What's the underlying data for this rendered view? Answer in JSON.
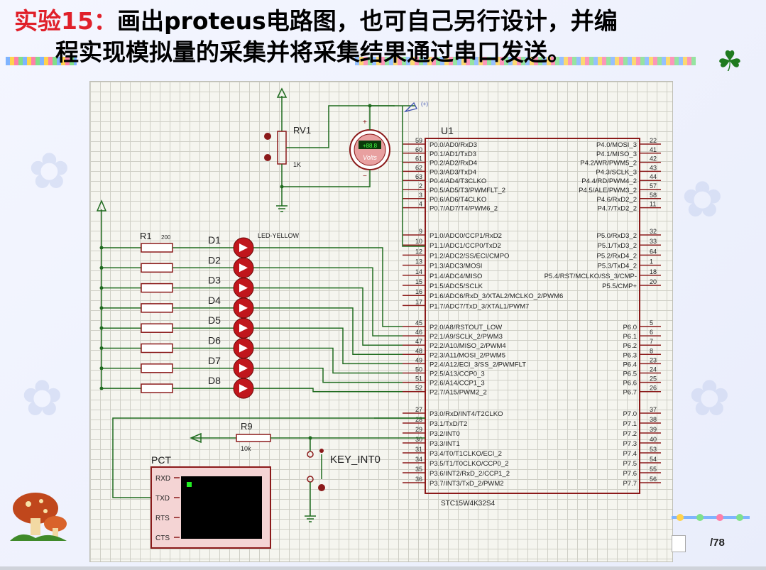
{
  "title": {
    "prefix": "实验15：",
    "line1_rest": "画出proteus电路图，也可自己另行设计，并编",
    "line2": "程实现模拟量的采集并将采集结果通过串口发送。"
  },
  "page_number": "/78",
  "schematic": {
    "mcu": {
      "ref": "U1",
      "part": "STC15W4K32S4",
      "left_pins": [
        {
          "num": "59",
          "name": "P0.0/AD0/RxD3"
        },
        {
          "num": "60",
          "name": "P0.1/AD1/TxD3"
        },
        {
          "num": "61",
          "name": "P0.2/AD2/RxD4"
        },
        {
          "num": "62",
          "name": "P0.3/AD3/TxD4"
        },
        {
          "num": "63",
          "name": "P0.4/AD4/T3CLKO"
        },
        {
          "num": "2",
          "name": "P0.5/AD5/T3/PWMFLT_2"
        },
        {
          "num": "3",
          "name": "P0.6/AD6/T4CLKO"
        },
        {
          "num": "4",
          "name": "P0.7/AD7/T4/PWM6_2"
        },
        {
          "num": "9",
          "name": "P1.0/ADC0/CCP1/RxD2"
        },
        {
          "num": "10",
          "name": "P1.1/ADC1/CCP0/TxD2"
        },
        {
          "num": "12",
          "name": "P1.2/ADC2/SS/ECI/CMPO"
        },
        {
          "num": "13",
          "name": "P1.3/ADC3/MOSI"
        },
        {
          "num": "14",
          "name": "P1.4/ADC4/MISO"
        },
        {
          "num": "15",
          "name": "P1.5/ADC5/SCLK"
        },
        {
          "num": "16",
          "name": "P1.6/ADC6/RxD_3/XTAL2/MCLKO_2/PWM6"
        },
        {
          "num": "17",
          "name": "P1.7/ADC7/TxD_3/XTAL1/PWM7"
        },
        {
          "num": "45",
          "name": "P2.0/A8/RSTOUT_LOW"
        },
        {
          "num": "46",
          "name": "P2.1/A9/SCLK_2/PWM3"
        },
        {
          "num": "47",
          "name": "P2.2/A10/MISO_2/PWM4"
        },
        {
          "num": "48",
          "name": "P2.3/A11/MOSI_2/PWM5"
        },
        {
          "num": "49",
          "name": "P2.4/A12/ECI_3/SS_2/PWMFLT"
        },
        {
          "num": "50",
          "name": "P2.5/A13/CCP0_3"
        },
        {
          "num": "51",
          "name": "P2.6/A14/CCP1_3"
        },
        {
          "num": "52",
          "name": "P2.7/A15/PWM2_2"
        },
        {
          "num": "27",
          "name": "P3.0/RxD/INT4/T2CLKO"
        },
        {
          "num": "28",
          "name": "P3.1/TxD/T2"
        },
        {
          "num": "29",
          "name": "P3.2/INT0"
        },
        {
          "num": "30",
          "name": "P3.3/INT1"
        },
        {
          "num": "31",
          "name": "P3.4/T0/T1CLKO/ECI_2"
        },
        {
          "num": "34",
          "name": "P3.5/T1/T0CLKO/CCP0_2"
        },
        {
          "num": "35",
          "name": "P3.6/INT2/RxD_2/CCP1_2"
        },
        {
          "num": "36",
          "name": "P3.7/INT3/TxD_2/PWM2"
        }
      ],
      "right_pins": [
        {
          "num": "22",
          "name": "P4.0/MOSI_3"
        },
        {
          "num": "41",
          "name": "P4.1/MISO_3"
        },
        {
          "num": "42",
          "name": "P4.2/WR/PWM5_2"
        },
        {
          "num": "43",
          "name": "P4.3/SCLK_3"
        },
        {
          "num": "44",
          "name": "P4.4/RD/PWM4_2"
        },
        {
          "num": "57",
          "name": "P4.5/ALE/PWM3_2"
        },
        {
          "num": "58",
          "name": "P4.6/RxD2_2"
        },
        {
          "num": "11",
          "name": "P4.7/TxD2_2"
        },
        {
          "num": "32",
          "name": "P5.0/RxD3_2"
        },
        {
          "num": "33",
          "name": "P5.1/TxD3_2"
        },
        {
          "num": "64",
          "name": "P5.2/RxD4_2"
        },
        {
          "num": "1",
          "name": "P5.3/TxD4_2"
        },
        {
          "num": "18",
          "name": "P5.4/RST/MCLKO/SS_3/CMP-"
        },
        {
          "num": "20",
          "name": "P5.5/CMP+"
        },
        {
          "num": "5",
          "name": "P6.0"
        },
        {
          "num": "6",
          "name": "P6.1"
        },
        {
          "num": "7",
          "name": "P6.2"
        },
        {
          "num": "8",
          "name": "P6.3"
        },
        {
          "num": "23",
          "name": "P6.4"
        },
        {
          "num": "24",
          "name": "P6.5"
        },
        {
          "num": "25",
          "name": "P6.6"
        },
        {
          "num": "26",
          "name": "P6.7"
        },
        {
          "num": "37",
          "name": "P7.0"
        },
        {
          "num": "38",
          "name": "P7.1"
        },
        {
          "num": "39",
          "name": "P7.2"
        },
        {
          "num": "40",
          "name": "P7.3"
        },
        {
          "num": "53",
          "name": "P7.4"
        },
        {
          "num": "54",
          "name": "P7.5"
        },
        {
          "num": "55",
          "name": "P7.6"
        },
        {
          "num": "56",
          "name": "P7.7"
        }
      ]
    },
    "pot": {
      "ref": "RV1",
      "value": "1K"
    },
    "voltmeter": {
      "display": "+88.8",
      "unit": "Volts",
      "plus": "+",
      "minus": "−"
    },
    "probe_label": "(+)",
    "resistor_pack": {
      "ref": "R1",
      "value": "200"
    },
    "led_part": "LED-YELLOW",
    "leds": [
      "D1",
      "D2",
      "D3",
      "D4",
      "D5",
      "D6",
      "D7",
      "D8"
    ],
    "r9": {
      "ref": "R9",
      "value": "10k"
    },
    "key": {
      "ref": "KEY_INT0"
    },
    "terminal": {
      "ref": "PCT",
      "pins": [
        "RXD",
        "TXD",
        "RTS",
        "CTS"
      ]
    }
  }
}
